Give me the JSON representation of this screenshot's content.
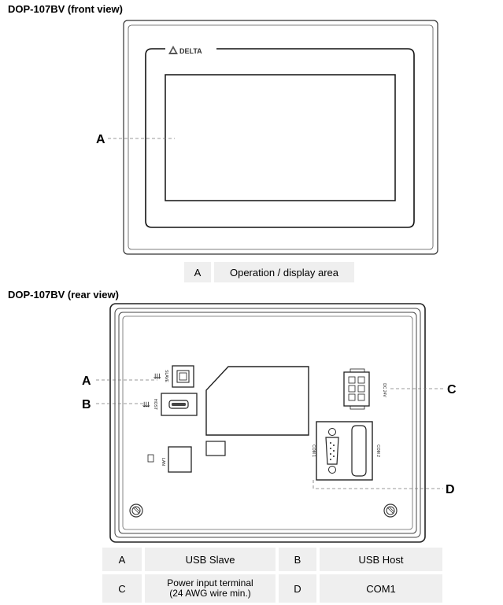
{
  "front": {
    "heading": "DOP-107BV (front view)",
    "brand": "DELTA",
    "callout_a": "A",
    "legend": [
      {
        "key": "A",
        "desc": "Operation / display area"
      }
    ]
  },
  "rear": {
    "heading": "DOP-107BV (rear view)",
    "callouts": {
      "a": "A",
      "b": "B",
      "c": "C",
      "d": "D"
    },
    "port_labels": {
      "slave": "SLAVE",
      "host": "HOST",
      "lan": "LAN",
      "dc": "DC 24V",
      "com1": "COM 1",
      "com2": "COM 2"
    },
    "legend": [
      {
        "key1": "A",
        "desc1": "USB Slave",
        "key2": "B",
        "desc2": "USB Host"
      },
      {
        "key1": "C",
        "desc1_line1": "Power input terminal",
        "desc1_line2": "(24 AWG wire min.)",
        "key2": "D",
        "desc2": "COM1"
      }
    ]
  }
}
